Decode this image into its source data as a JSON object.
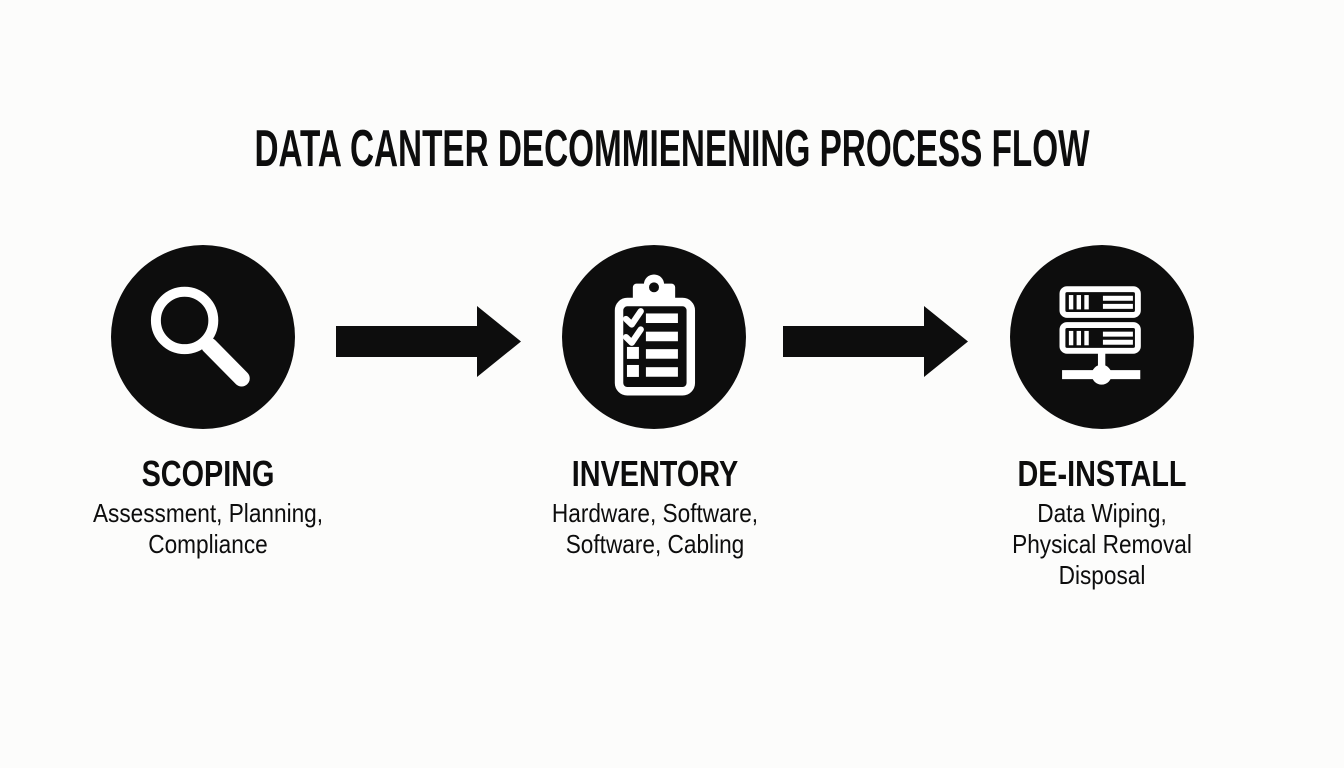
{
  "title": "DATA CANTER DECOMMIENENING PROCESS FLOW",
  "colors": {
    "background": "#fcfcfb",
    "ink": "#0d0d0d",
    "icon_ink": "#ffffff"
  },
  "steps": [
    {
      "name": "SCOPING",
      "icon": "magnifier-icon",
      "detail_lines": [
        "Assessment, Planning,",
        "Compliance"
      ]
    },
    {
      "name": "INVENTORY",
      "icon": "clipboard-checklist-icon",
      "detail_lines": [
        "Hardware, Software,",
        "Software, Cabling"
      ]
    },
    {
      "name": "DE-INSTALL",
      "icon": "server-rack-icon",
      "detail_lines": [
        "Data Wiping,",
        "Physical Removal",
        "Disposal"
      ]
    }
  ]
}
